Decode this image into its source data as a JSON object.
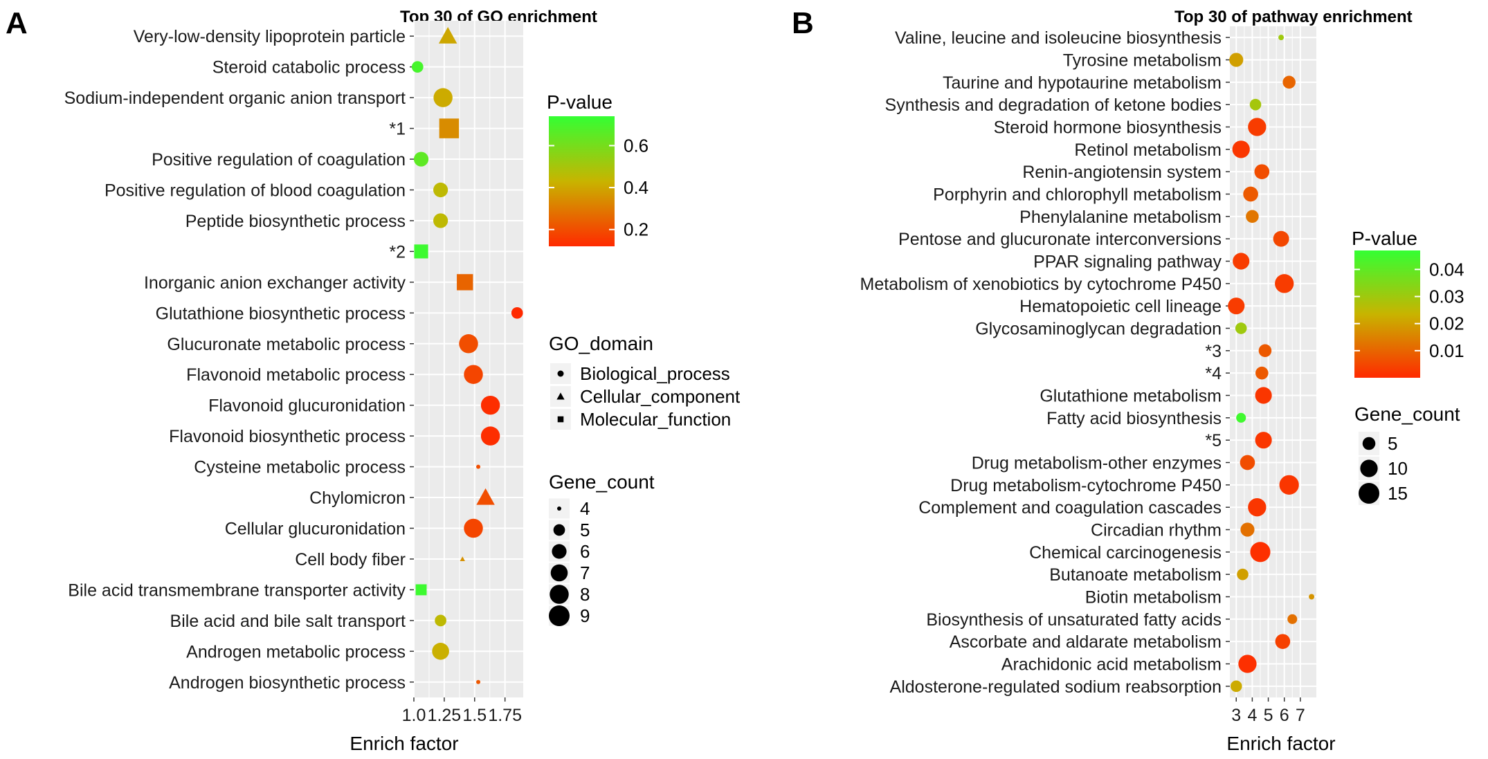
{
  "colors": {
    "panel_bg": "#ebebeb",
    "grid": "#ffffff",
    "low": "#ff2a00",
    "mid": "#c8b400",
    "high": "#33ff33",
    "legend_key_bg": "#f2f2f2"
  },
  "chart_data": [
    {
      "panel_label": "A",
      "title": "Top 30 of GO enrichment",
      "type": "scatter",
      "xlabel": "Enrich factor",
      "xlim": [
        1.0,
        1.9
      ],
      "xticks": [
        "1.0",
        "1.25",
        "1.5",
        "1.75"
      ],
      "xtick_values": [
        1.0,
        1.25,
        1.5,
        1.75
      ],
      "categories": [
        "Very-low-density lipoprotein particle",
        "Steroid catabolic process",
        "Sodium-independent organic anion transport",
        "*1",
        "Positive regulation of coagulation",
        "Positive regulation of blood coagulation",
        "Peptide biosynthetic process",
        "*2",
        "Inorganic anion exchanger activity",
        "Glutathione biosynthetic process",
        "Glucuronate metabolic process",
        "Flavonoid metabolic process",
        "Flavonoid glucuronidation",
        "Flavonoid biosynthetic process",
        "Cysteine metabolic process",
        "Chylomicron",
        "Cellular glucuronidation",
        "Cell body fiber",
        "Bile acid transmembrane transporter activity",
        "Bile acid and bile salt transport",
        "Androgen metabolic process",
        "Androgen biosynthetic process"
      ],
      "points": [
        {
          "x": 1.28,
          "gene_count": 6,
          "p_value": 0.4,
          "domain": "Cellular_component"
        },
        {
          "x": 1.03,
          "gene_count": 5,
          "p_value": 0.7,
          "domain": "Biological_process"
        },
        {
          "x": 1.24,
          "gene_count": 8,
          "p_value": 0.41,
          "domain": "Biological_process"
        },
        {
          "x": 1.29,
          "gene_count": 9,
          "p_value": 0.34,
          "domain": "Molecular_function"
        },
        {
          "x": 1.06,
          "gene_count": 6,
          "p_value": 0.65,
          "domain": "Biological_process"
        },
        {
          "x": 1.22,
          "gene_count": 6,
          "p_value": 0.45,
          "domain": "Biological_process"
        },
        {
          "x": 1.22,
          "gene_count": 6,
          "p_value": 0.45,
          "domain": "Biological_process"
        },
        {
          "x": 1.06,
          "gene_count": 6,
          "p_value": 0.72,
          "domain": "Molecular_function"
        },
        {
          "x": 1.42,
          "gene_count": 7,
          "p_value": 0.25,
          "domain": "Molecular_function"
        },
        {
          "x": 1.85,
          "gene_count": 5,
          "p_value": 0.12,
          "domain": "Biological_process"
        },
        {
          "x": 1.45,
          "gene_count": 8,
          "p_value": 0.2,
          "domain": "Biological_process"
        },
        {
          "x": 1.49,
          "gene_count": 8,
          "p_value": 0.18,
          "domain": "Biological_process"
        },
        {
          "x": 1.63,
          "gene_count": 8,
          "p_value": 0.13,
          "domain": "Biological_process"
        },
        {
          "x": 1.63,
          "gene_count": 8,
          "p_value": 0.13,
          "domain": "Biological_process"
        },
        {
          "x": 1.53,
          "gene_count": 4,
          "p_value": 0.2,
          "domain": "Biological_process"
        },
        {
          "x": 1.59,
          "gene_count": 6,
          "p_value": 0.2,
          "domain": "Cellular_component"
        },
        {
          "x": 1.49,
          "gene_count": 8,
          "p_value": 0.18,
          "domain": "Biological_process"
        },
        {
          "x": 1.4,
          "gene_count": 4,
          "p_value": 0.35,
          "domain": "Cellular_component"
        },
        {
          "x": 1.06,
          "gene_count": 5,
          "p_value": 0.72,
          "domain": "Molecular_function"
        },
        {
          "x": 1.22,
          "gene_count": 5,
          "p_value": 0.45,
          "domain": "Biological_process"
        },
        {
          "x": 1.22,
          "gene_count": 7,
          "p_value": 0.42,
          "domain": "Biological_process"
        },
        {
          "x": 1.53,
          "gene_count": 4,
          "p_value": 0.22,
          "domain": "Biological_process"
        }
      ],
      "legend": {
        "pvalue_title": "P-value",
        "pvalue_range": [
          0.12,
          0.74
        ],
        "pvalue_ticks": [
          "0.6",
          "0.4",
          "0.2"
        ],
        "pvalue_tick_values": [
          0.6,
          0.4,
          0.2
        ],
        "domain_title": "GO_domain",
        "domain_entries": [
          {
            "label": "Biological_process",
            "shape": "circle"
          },
          {
            "label": "Cellular_component",
            "shape": "triangle"
          },
          {
            "label": "Molecular_function",
            "shape": "square"
          }
        ],
        "size_title": "Gene_count",
        "size_entries": [
          "4",
          "5",
          "6",
          "7",
          "8",
          "9"
        ],
        "size_values": [
          4,
          5,
          6,
          7,
          8,
          9
        ]
      }
    },
    {
      "panel_label": "B",
      "title": "Top 30 of pathway enrichment",
      "type": "scatter",
      "xlabel": "Enrich factor",
      "xlim": [
        2.6,
        8.0
      ],
      "xticks": [
        "3",
        "4",
        "5",
        "6",
        "7"
      ],
      "xtick_values": [
        3,
        4,
        5,
        6,
        7
      ],
      "categories": [
        "Valine, leucine and isoleucine biosynthesis",
        "Tyrosine metabolism",
        "Taurine and hypotaurine metabolism",
        "Synthesis and degradation of ketone bodies",
        "Steroid hormone biosynthesis",
        "Retinol metabolism",
        "Renin-angiotensin system",
        "Porphyrin and chlorophyll metabolism",
        "Phenylalanine metabolism",
        "Pentose and glucuronate interconversions",
        "PPAR signaling pathway",
        "Metabolism of xenobiotics by cytochrome P450",
        "Hematopoietic cell lineage",
        "Glycosaminoglycan degradation",
        "*3",
        "*4",
        "Glutathione metabolism",
        "Fatty acid biosynthesis",
        "*5",
        "Drug metabolism-other enzymes",
        "Drug metabolism-cytochrome P450",
        "Complement and coagulation cascades",
        "Circadian rhythm",
        "Chemical carcinogenesis",
        "Butanoate metabolism",
        "Biotin metabolism",
        "Biosynthesis of unsaturated fatty acids",
        "Ascorbate and aldarate metabolism",
        "Arachidonic acid metabolism",
        "Aldosterone-regulated sodium reabsorption"
      ],
      "points": [
        {
          "x": 5.8,
          "gene_count": 2,
          "p_value": 0.03
        },
        {
          "x": 3.0,
          "gene_count": 6,
          "p_value": 0.02
        },
        {
          "x": 6.3,
          "gene_count": 5,
          "p_value": 0.01
        },
        {
          "x": 4.2,
          "gene_count": 4,
          "p_value": 0.029
        },
        {
          "x": 4.3,
          "gene_count": 11,
          "p_value": 0.003
        },
        {
          "x": 3.3,
          "gene_count": 10,
          "p_value": 0.002
        },
        {
          "x": 4.6,
          "gene_count": 7,
          "p_value": 0.006
        },
        {
          "x": 3.9,
          "gene_count": 7,
          "p_value": 0.008
        },
        {
          "x": 4.0,
          "gene_count": 5,
          "p_value": 0.013
        },
        {
          "x": 5.8,
          "gene_count": 8,
          "p_value": 0.005
        },
        {
          "x": 3.3,
          "gene_count": 9,
          "p_value": 0.003
        },
        {
          "x": 6.0,
          "gene_count": 12,
          "p_value": 0.003
        },
        {
          "x": 3.0,
          "gene_count": 9,
          "p_value": 0.003
        },
        {
          "x": 3.3,
          "gene_count": 4,
          "p_value": 0.03
        },
        {
          "x": 4.8,
          "gene_count": 5,
          "p_value": 0.008
        },
        {
          "x": 4.6,
          "gene_count": 5,
          "p_value": 0.008
        },
        {
          "x": 4.7,
          "gene_count": 9,
          "p_value": 0.002
        },
        {
          "x": 3.3,
          "gene_count": 3,
          "p_value": 0.045
        },
        {
          "x": 4.7,
          "gene_count": 9,
          "p_value": 0.002
        },
        {
          "x": 3.7,
          "gene_count": 7,
          "p_value": 0.006
        },
        {
          "x": 6.3,
          "gene_count": 13,
          "p_value": 0.002
        },
        {
          "x": 4.3,
          "gene_count": 11,
          "p_value": 0.002
        },
        {
          "x": 3.7,
          "gene_count": 6,
          "p_value": 0.012
        },
        {
          "x": 4.5,
          "gene_count": 14,
          "p_value": 0.001
        },
        {
          "x": 3.4,
          "gene_count": 4,
          "p_value": 0.02
        },
        {
          "x": 7.7,
          "gene_count": 2,
          "p_value": 0.018
        },
        {
          "x": 6.5,
          "gene_count": 3,
          "p_value": 0.012
        },
        {
          "x": 5.9,
          "gene_count": 7,
          "p_value": 0.004
        },
        {
          "x": 3.7,
          "gene_count": 11,
          "p_value": 0.001
        },
        {
          "x": 3.0,
          "gene_count": 4,
          "p_value": 0.022
        }
      ],
      "legend": {
        "pvalue_title": "P-value",
        "pvalue_range": [
          0.0,
          0.047
        ],
        "pvalue_ticks": [
          "0.04",
          "0.03",
          "0.02",
          "0.01"
        ],
        "pvalue_tick_values": [
          0.04,
          0.03,
          0.02,
          0.01
        ],
        "size_title": "Gene_count",
        "size_entries": [
          "5",
          "10",
          "15"
        ],
        "size_values": [
          5,
          10,
          15
        ]
      }
    }
  ]
}
